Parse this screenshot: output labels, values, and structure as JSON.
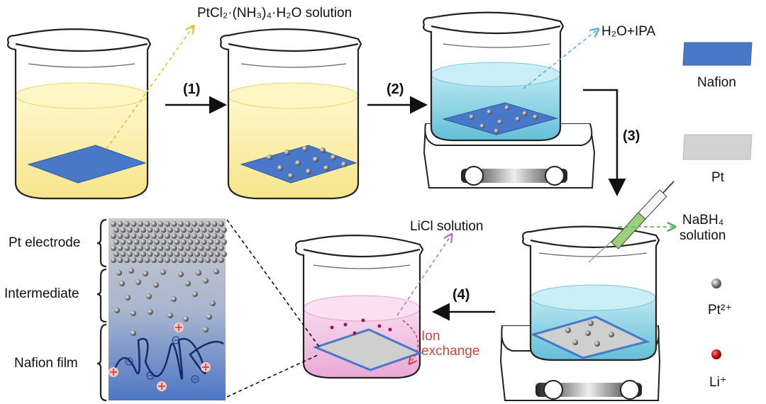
{
  "labels": {
    "precursor": "PtCl₂·(NH₃)₄·H₂O solution",
    "solvent": "H₂O+IPA",
    "reductant_line1": "NaBH₄",
    "reductant_line2": "solution",
    "licl": "LiCl solution",
    "ion_line1": "Ion",
    "ion_line2": "exchange"
  },
  "steps": [
    "(1)",
    "(2)",
    "(3)",
    "(4)"
  ],
  "legend": {
    "nafion": "Nafion",
    "pt": "Pt",
    "pt_ion": "Pt²⁺",
    "li_ion": "Li⁺"
  },
  "layers": [
    "Pt electrode",
    "Intermediate",
    "Nafion film"
  ],
  "colors": {
    "nafion": "#4a78c8",
    "pt": "#c8c8c8",
    "yellow_solution": "#fbf3b8",
    "blue_solution": "#8fd3e6",
    "pink_solution": "#f1c6e6",
    "li": "#cc1b1b",
    "ion_exchange": "#d2453f"
  }
}
